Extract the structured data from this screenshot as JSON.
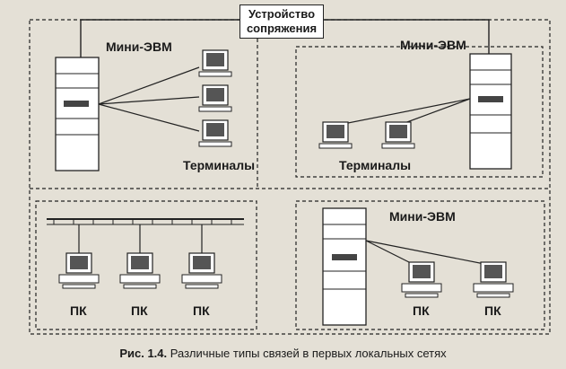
{
  "interface_device": {
    "line1": "Устройство",
    "line2": "сопряжения"
  },
  "quadrants": {
    "top_left": {
      "computer": "Мини-ЭВМ",
      "terminals": "Терминалы"
    },
    "top_right": {
      "computer": "Мини-ЭВМ",
      "terminals": "Терминалы"
    },
    "bottom_left": {
      "pc_labels": [
        "ПК",
        "ПК",
        "ПК"
      ]
    },
    "bottom_right": {
      "computer": "Мини-ЭВМ",
      "pc_labels": [
        "ПК",
        "ПК"
      ]
    }
  },
  "caption": {
    "number": "Рис. 1.4.",
    "text": "Различные типы связей в первых локальных сетях"
  },
  "colors": {
    "ink": "#1a1a1a",
    "paper": "#e4e0d6",
    "screen": "#555555"
  }
}
